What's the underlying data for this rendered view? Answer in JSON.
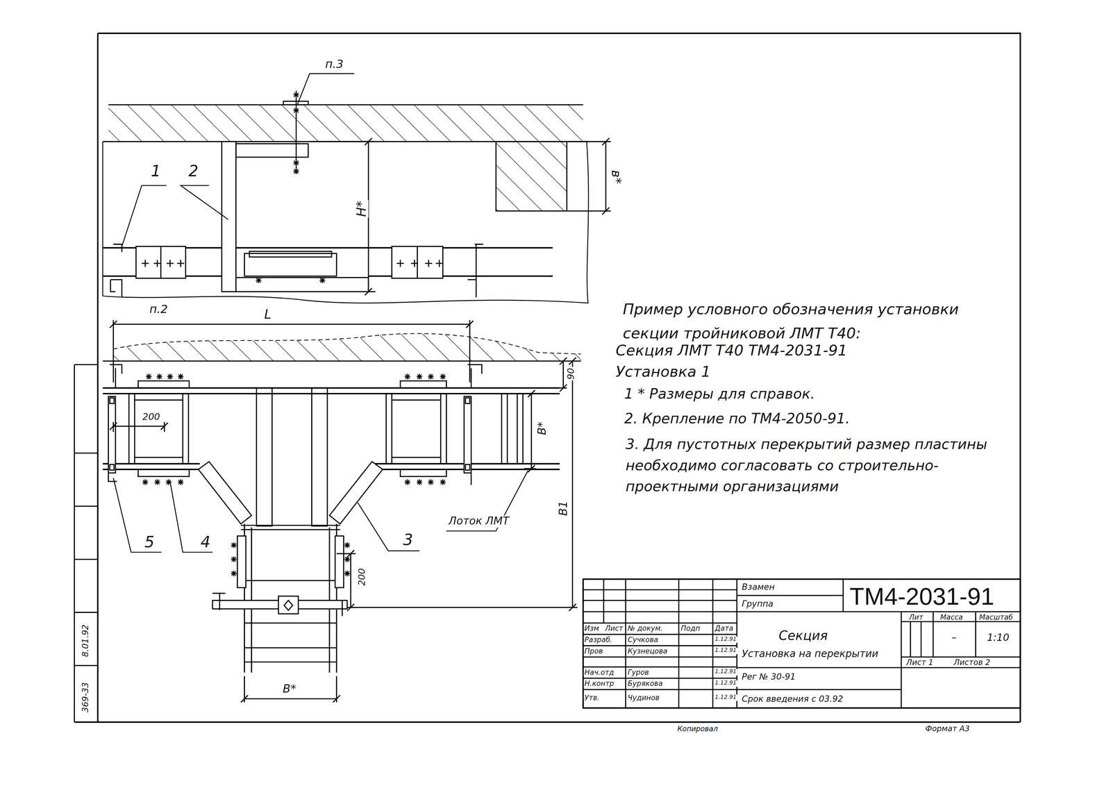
{
  "diagram": {
    "labels": [
      "п.3",
      "1",
      "2",
      "Н*",
      "в*",
      "L",
      "п.2",
      "90",
      "200",
      "В*",
      "В1",
      "5",
      "4",
      "3",
      "Лоток ЛМТ",
      "200",
      "В*",
      "Пример условного обозначения установки секции тройниковой ЛМТ Т40:",
      "Секция ЛМТ Т40 ТМ4-2031-91",
      "Установка 1",
      "1 * Размеры для справок.",
      "2. Крепление по ТМ4-2050-91.",
      "3. Для пустотных перекрытий размер пластины необходимо согласовать со строительно-проектными организациями",
      "Взамен",
      "Группа",
      "ТМ4-2031-91",
      "Изм",
      "Лист",
      "№ докум.",
      "Подп",
      "Дата",
      "Разраб.",
      "Сучкова",
      "1.12.91",
      "Пров",
      "Кузнецова",
      "1.12.91",
      "Нач.отд",
      "Гуров",
      "1.12.91",
      "Н.контр",
      "Бурякова",
      "1.12.91",
      "Утв.",
      "Чудинов",
      "1.12.91",
      "Секция",
      "Установка на перекрытии",
      "Лит",
      "Масса",
      "Масштаб",
      "–",
      "1:10",
      "Лист 1",
      "Листов 2",
      "Рег № 30-91",
      "Срок введения с 03.92",
      "Копировал",
      "Формат А3",
      "369-33",
      "8.01.92"
    ]
  }
}
